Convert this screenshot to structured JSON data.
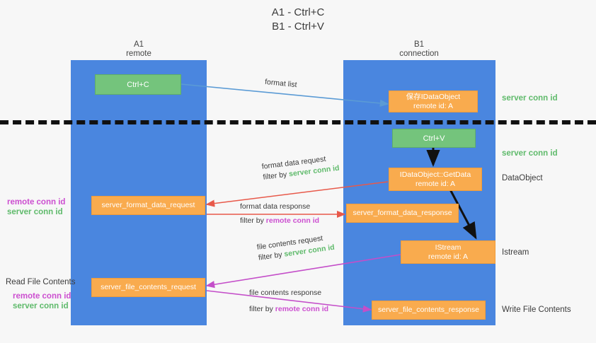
{
  "title": {
    "line1": "A1 - Ctrl+C",
    "line2": "B1 - Ctrl+V"
  },
  "lanes": [
    {
      "name": "A1",
      "sub": "remote"
    },
    {
      "name": "B1",
      "sub": "connection"
    }
  ],
  "nodes": {
    "ctrl_c": "Ctrl+C",
    "ctrl_v": "Ctrl+V",
    "save_idataobject": {
      "l1": "保存IDataObject",
      "l2": "remote id: A"
    },
    "getdata": {
      "l1": "IDataObject::GetData",
      "l2": "remote id: A"
    },
    "istream": {
      "l1": "IStream",
      "l2": "remote id: A"
    },
    "fmt_req": "server_format_data_request",
    "fmt_resp": "server_format_data_response",
    "file_req": "server_file_contents_request",
    "file_resp": "server_file_contents_response"
  },
  "edge_labels": {
    "format_list": "format list",
    "fmt_req_l1": "format data request",
    "fmt_req_l2a": "filter by ",
    "fmt_req_l2b": "server conn id",
    "fmt_resp_l1": "format data response",
    "fmt_resp_l2a": "filter by ",
    "fmt_resp_l2b": "remote conn id",
    "file_req_l1": "file contents request",
    "file_req_l2a": "filter by ",
    "file_req_l2b": "server conn id",
    "file_resp_l1": "file contents response",
    "file_resp_l2a": "filter by ",
    "file_resp_l2b": "remote conn id"
  },
  "right_labels": {
    "server_conn_id_1": "server conn id",
    "server_conn_id_2": "server conn id",
    "dataobject": "DataObject",
    "istream": "Istream",
    "write_file_contents": "Write File Contents"
  },
  "left_labels": {
    "remote_conn_id_1": "remote conn id",
    "server_conn_id_1": "server conn id",
    "read_file_contents": "Read File Contents",
    "remote_conn_id_2": "remote conn id",
    "server_conn_id_2": "server conn id"
  },
  "colors": {
    "lane": "#4a86df",
    "green_node": "#74c47c",
    "orange_node": "#f9ab4e",
    "blue_arrow": "#5b9bd5",
    "red_arrow": "#e8594a",
    "magenta_arrow": "#c44ec9",
    "black_arrow": "#111111",
    "green_text": "#5fba6b",
    "magenta_text": "#cc4fd0"
  }
}
